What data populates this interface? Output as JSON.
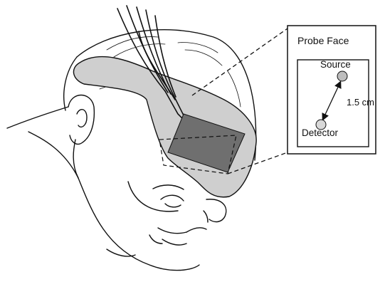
{
  "inset": {
    "title": "Probe Face",
    "source_label": "Source",
    "detector_label": "Detector",
    "distance_label": "1.5 cm"
  },
  "colors": {
    "line": "#111111",
    "band_fill": "#cfcfcf",
    "probe_fill": "#6f6f6f",
    "optode_fill": "#bdbdbd",
    "background": "#ffffff"
  },
  "icons": [
    "infant-head-drawing",
    "headband",
    "fiber-bundle",
    "probe-pad",
    "source-optode",
    "detector-optode"
  ]
}
